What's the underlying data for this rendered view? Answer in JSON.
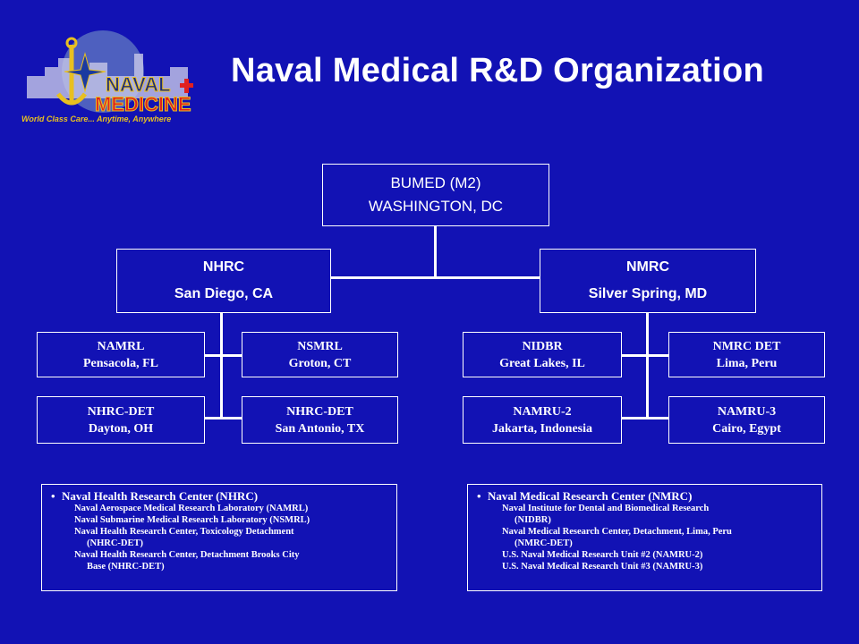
{
  "title": "Naval Medical R&D Organization",
  "logo": {
    "text_top": "NAVAL",
    "text_bottom": "MEDICINE",
    "tagline": "World Class Care... Anytime, Anywhere"
  },
  "org": {
    "root": {
      "line1": "BUMED (M2)",
      "line2": "WASHINGTON, DC"
    },
    "nhrc": {
      "line1": "NHRC",
      "line2": "San Diego, CA"
    },
    "nmrc": {
      "line1": "NMRC",
      "line2": "Silver Spring, MD"
    },
    "namrl": {
      "line1": "NAMRL",
      "line2": "Pensacola, FL"
    },
    "nsmrl": {
      "line1": "NSMRL",
      "line2": "Groton, CT"
    },
    "nhrc_det_dayton": {
      "line1": "NHRC-DET",
      "line2": "Dayton, OH"
    },
    "nhrc_det_sa": {
      "line1": "NHRC-DET",
      "line2": "San Antonio, TX"
    },
    "nidbr": {
      "line1": "NIDBR",
      "line2": "Great Lakes, IL"
    },
    "nmrc_det": {
      "line1": "NMRC DET",
      "line2": "Lima, Peru"
    },
    "namru2": {
      "line1": "NAMRU-2",
      "line2": "Jakarta, Indonesia"
    },
    "namru3": {
      "line1": "NAMRU-3",
      "line2": "Cairo, Egypt"
    }
  },
  "notes": {
    "left": {
      "header": "Naval Health Research Center (NHRC)",
      "items": [
        "Naval Aerospace Medical Research Laboratory (NAMRL)",
        "Naval Submarine Medical Research Laboratory  (NSMRL)",
        "Naval Health Research Center, Toxicology Detachment",
        "(NHRC-DET)",
        "Naval Health Research Center, Detachment Brooks City",
        "Base (NHRC-DET)"
      ]
    },
    "right": {
      "header": "Naval Medical Research Center (NMRC)",
      "items": [
        "Naval Institute for Dental and Biomedical Research",
        "(NIDBR)",
        "Naval Medical Research Center, Detachment, Lima, Peru",
        "(NMRC-DET)",
        "U.S. Naval Medical Research Unit #2 (NAMRU-2)",
        "U.S. Naval Medical Research Unit #3 (NAMRU-3)"
      ]
    }
  },
  "colors": {
    "background": "#1212b4",
    "logo_red": "#e02020",
    "logo_gold": "#e8c020"
  }
}
